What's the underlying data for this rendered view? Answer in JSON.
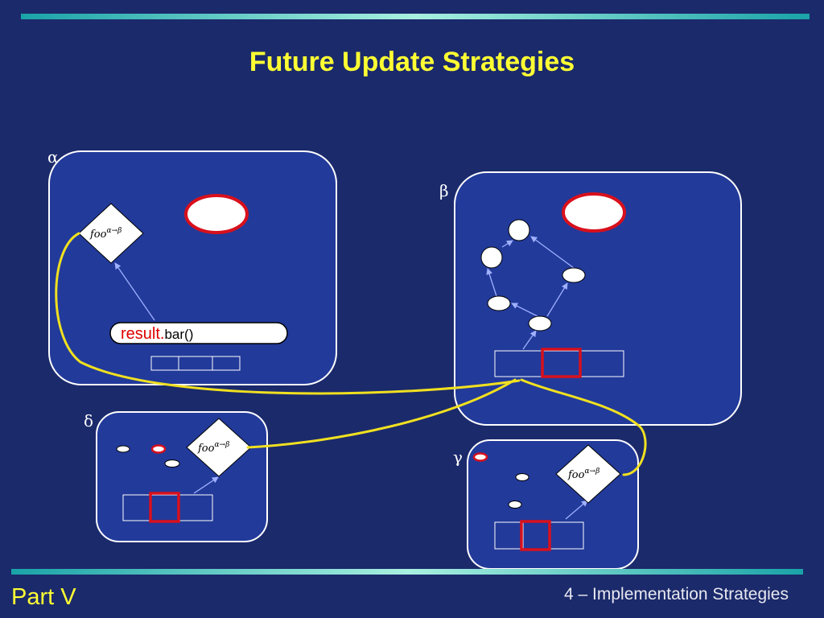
{
  "slide": {
    "title": "Future Update Strategies",
    "footer_left": "Part V",
    "footer_right": "4 – Implementation Strategies"
  },
  "diagram": {
    "labels": {
      "alpha": "α",
      "beta": "β",
      "delta": "δ",
      "gamma": "γ"
    },
    "future_label": {
      "base": "foo",
      "superscript": "α→β"
    },
    "call": {
      "receiver": "result.",
      "method": "bar()"
    }
  },
  "colors": {
    "background": "#1b2a6b",
    "box_fill": "#223a9a",
    "title": "#ffff33",
    "link": "#f0e020",
    "highlight": "#d8101c"
  }
}
